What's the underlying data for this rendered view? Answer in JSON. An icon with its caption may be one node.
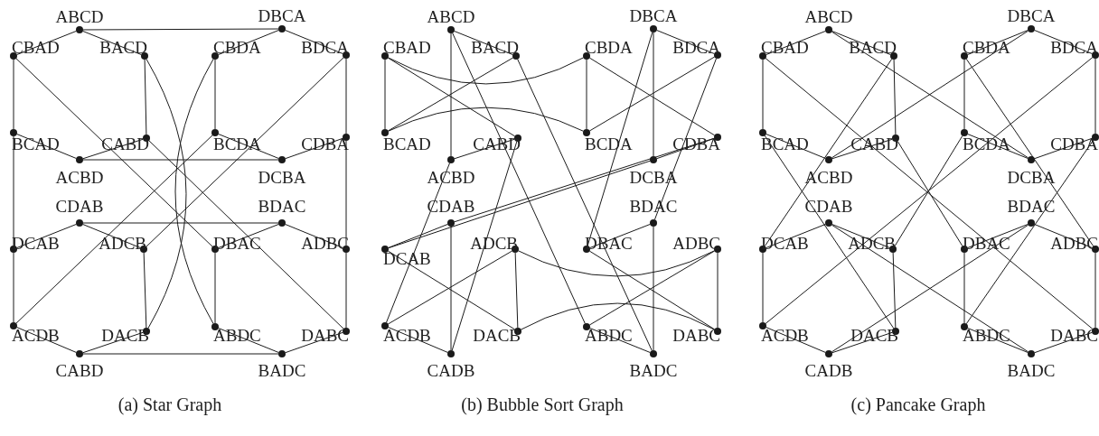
{
  "diagram": {
    "nodes": [
      {
        "text": [
          "ABCD"
        ]
      },
      {
        "text": [
          "DBCA"
        ]
      },
      {
        "text": [
          "CBAD"
        ]
      },
      {
        "text": [
          "BACD"
        ]
      },
      {
        "text": [
          "CBDA"
        ]
      },
      {
        "text": [
          "BDCA"
        ]
      },
      {
        "text": [
          "BCAD"
        ]
      },
      {
        "text": [
          "CABD"
        ]
      },
      {
        "text": [
          "BCDA"
        ]
      },
      {
        "text": [
          "CDBA"
        ]
      },
      {
        "text": [
          "ACBD"
        ]
      },
      {
        "text": [
          "DCBA"
        ]
      },
      {
        "text": [
          "CDAB"
        ]
      },
      {
        "text": [
          "BDAC"
        ]
      },
      {
        "text": [
          "DCAB"
        ]
      },
      {
        "text": [
          "ADCB"
        ]
      },
      {
        "text": [
          "DBAC"
        ]
      },
      {
        "text": [
          "ADBC"
        ]
      },
      {
        "text": [
          "ACDB"
        ]
      },
      {
        "text": [
          "DACB"
        ]
      },
      {
        "text": [
          "ABDC"
        ]
      },
      {
        "text": [
          "DABC"
        ]
      },
      {
        "text": [
          "CABD"
        ]
      },
      {
        "text": [
          "BADC"
        ]
      },
      {
        "text": [
          "ABCD"
        ]
      },
      {
        "text": [
          "DBCA"
        ]
      },
      {
        "text": [
          "CBAD"
        ]
      },
      {
        "text": [
          "BACD"
        ]
      },
      {
        "text": [
          "CBDA"
        ]
      },
      {
        "text": [
          "BDCA"
        ]
      },
      {
        "text": [
          "BCAD"
        ]
      },
      {
        "text": [
          "CABD"
        ]
      },
      {
        "text": [
          "BCDA"
        ]
      },
      {
        "text": [
          "CDBA"
        ]
      },
      {
        "text": [
          "ACBD"
        ]
      },
      {
        "text": [
          "DCBA"
        ]
      },
      {
        "text": [
          "CDAB"
        ]
      },
      {
        "text": [
          "BDAC"
        ]
      },
      {
        "text": [
          "DCAB"
        ]
      },
      {
        "text": [
          "ADCB"
        ]
      },
      {
        "text": [
          "DBAC"
        ]
      },
      {
        "text": [
          "ADBC"
        ]
      },
      {
        "text": [
          "ACDB"
        ]
      },
      {
        "text": [
          "DACB"
        ]
      },
      {
        "text": [
          "ABDC"
        ]
      },
      {
        "text": [
          "DABC"
        ]
      },
      {
        "text": [
          "CADB"
        ]
      },
      {
        "text": [
          "BADC"
        ]
      },
      {
        "text": [
          "ABCD"
        ]
      },
      {
        "text": [
          "DBCA"
        ]
      },
      {
        "text": [
          "CBAD"
        ]
      },
      {
        "text": [
          "BACD"
        ]
      },
      {
        "text": [
          "CBDA"
        ]
      },
      {
        "text": [
          "BDCA"
        ]
      },
      {
        "text": [
          "BCAD"
        ]
      },
      {
        "text": [
          "CABD"
        ]
      },
      {
        "text": [
          "BCDA"
        ]
      },
      {
        "text": [
          "CDBA"
        ]
      },
      {
        "text": [
          "ACBD"
        ]
      },
      {
        "text": [
          "DCBA"
        ]
      },
      {
        "text": [
          "CDAB"
        ]
      },
      {
        "text": [
          "BDAC"
        ]
      },
      {
        "text": [
          "DCAB"
        ]
      },
      {
        "text": [
          "ADCB"
        ]
      },
      {
        "text": [
          "DBAC"
        ]
      },
      {
        "text": [
          "ADBC"
        ]
      },
      {
        "text": [
          "ACDB"
        ]
      },
      {
        "text": [
          "DACB"
        ]
      },
      {
        "text": [
          "ABDC"
        ]
      },
      {
        "text": [
          "DABC"
        ]
      },
      {
        "text": [
          "CADB"
        ]
      },
      {
        "text": [
          "BADC"
        ]
      }
    ],
    "edges": [
      {
        "from": 0,
        "to": 1,
        "arrow": "none"
      },
      {
        "from": 0,
        "to": 2,
        "arrow": "none"
      },
      {
        "from": 0,
        "to": 3,
        "arrow": "none"
      },
      {
        "from": 1,
        "to": 4,
        "arrow": "none"
      },
      {
        "from": 1,
        "to": 5,
        "arrow": "none"
      },
      {
        "from": 2,
        "to": 6,
        "arrow": "none"
      },
      {
        "from": 2,
        "to": 16,
        "arrow": "none"
      },
      {
        "from": 3,
        "to": 7,
        "arrow": "none"
      },
      {
        "from": 3,
        "to": 19,
        "arrow": "none"
      },
      {
        "from": 4,
        "to": 8,
        "arrow": "none"
      },
      {
        "from": 4,
        "to": 20,
        "arrow": "none"
      },
      {
        "from": 5,
        "to": 9,
        "arrow": "none"
      },
      {
        "from": 5,
        "to": 15,
        "arrow": "none"
      },
      {
        "from": 6,
        "to": 10,
        "arrow": "none"
      },
      {
        "from": 6,
        "to": 14,
        "arrow": "none"
      },
      {
        "from": 7,
        "to": 10,
        "arrow": "none"
      },
      {
        "from": 7,
        "to": 21,
        "arrow": "none"
      },
      {
        "from": 8,
        "to": 11,
        "arrow": "none"
      },
      {
        "from": 8,
        "to": 18,
        "arrow": "none"
      },
      {
        "from": 9,
        "to": 11,
        "arrow": "none"
      },
      {
        "from": 9,
        "to": 17,
        "arrow": "none"
      },
      {
        "from": 10,
        "to": 11,
        "arrow": "none"
      },
      {
        "from": 12,
        "to": 13,
        "arrow": "none"
      },
      {
        "from": 12,
        "to": 14,
        "arrow": "none"
      },
      {
        "from": 12,
        "to": 15,
        "arrow": "none"
      },
      {
        "from": 13,
        "to": 16,
        "arrow": "none"
      },
      {
        "from": 13,
        "to": 17,
        "arrow": "none"
      },
      {
        "from": 14,
        "to": 18,
        "arrow": "none"
      },
      {
        "from": 15,
        "to": 19,
        "arrow": "none"
      },
      {
        "from": 16,
        "to": 20,
        "arrow": "none"
      },
      {
        "from": 17,
        "to": 21,
        "arrow": "none"
      },
      {
        "from": 18,
        "to": 22,
        "arrow": "none"
      },
      {
        "from": 19,
        "to": 22,
        "arrow": "none"
      },
      {
        "from": 20,
        "to": 23,
        "arrow": "none"
      },
      {
        "from": 21,
        "to": 23,
        "arrow": "none"
      },
      {
        "from": 22,
        "to": 23,
        "arrow": "none"
      },
      {
        "from": 24,
        "to": 27,
        "arrow": "none"
      },
      {
        "from": 24,
        "to": 34,
        "arrow": "none"
      },
      {
        "from": 24,
        "to": 44,
        "arrow": "none"
      },
      {
        "from": 25,
        "to": 29,
        "arrow": "none"
      },
      {
        "from": 25,
        "to": 35,
        "arrow": "none"
      },
      {
        "from": 25,
        "to": 40,
        "arrow": "none"
      },
      {
        "from": 26,
        "to": 28,
        "arrow": "none"
      },
      {
        "from": 26,
        "to": 30,
        "arrow": "none"
      },
      {
        "from": 26,
        "to": 31,
        "arrow": "none"
      },
      {
        "from": 27,
        "to": 30,
        "arrow": "none"
      },
      {
        "from": 27,
        "to": 47,
        "arrow": "none"
      },
      {
        "from": 28,
        "to": 32,
        "arrow": "none"
      },
      {
        "from": 28,
        "to": 33,
        "arrow": "none"
      },
      {
        "from": 29,
        "to": 32,
        "arrow": "none"
      },
      {
        "from": 29,
        "to": 37,
        "arrow": "none"
      },
      {
        "from": 30,
        "to": 32,
        "arrow": "none"
      },
      {
        "from": 31,
        "to": 34,
        "arrow": "none"
      },
      {
        "from": 31,
        "to": 46,
        "arrow": "none"
      },
      {
        "from": 33,
        "to": 35,
        "arrow": "none"
      },
      {
        "from": 33,
        "to": 36,
        "arrow": "none"
      },
      {
        "from": 34,
        "to": 42,
        "arrow": "none"
      },
      {
        "from": 35,
        "to": 38,
        "arrow": "none"
      },
      {
        "from": 36,
        "to": 38,
        "arrow": "none"
      },
      {
        "from": 36,
        "to": 46,
        "arrow": "none"
      },
      {
        "from": 37,
        "to": 40,
        "arrow": "none"
      },
      {
        "from": 37,
        "to": 47,
        "arrow": "none"
      },
      {
        "from": 38,
        "to": 43,
        "arrow": "none"
      },
      {
        "from": 39,
        "to": 41,
        "arrow": "none"
      },
      {
        "from": 39,
        "to": 42,
        "arrow": "none"
      },
      {
        "from": 39,
        "to": 43,
        "arrow": "none"
      },
      {
        "from": 40,
        "to": 45,
        "arrow": "none"
      },
      {
        "from": 41,
        "to": 44,
        "arrow": "none"
      },
      {
        "from": 41,
        "to": 45,
        "arrow": "none"
      },
      {
        "from": 42,
        "to": 46,
        "arrow": "none"
      },
      {
        "from": 43,
        "to": 45,
        "arrow": "none"
      },
      {
        "from": 44,
        "to": 47,
        "arrow": "none"
      },
      {
        "from": 48,
        "to": 50,
        "arrow": "none"
      },
      {
        "from": 48,
        "to": 51,
        "arrow": "none"
      },
      {
        "from": 48,
        "to": 59,
        "arrow": "none"
      },
      {
        "from": 49,
        "to": 52,
        "arrow": "none"
      },
      {
        "from": 49,
        "to": 53,
        "arrow": "none"
      },
      {
        "from": 49,
        "to": 58,
        "arrow": "none"
      },
      {
        "from": 50,
        "to": 54,
        "arrow": "none"
      },
      {
        "from": 50,
        "to": 69,
        "arrow": "none"
      },
      {
        "from": 51,
        "to": 55,
        "arrow": "none"
      },
      {
        "from": 51,
        "to": 62,
        "arrow": "none"
      },
      {
        "from": 52,
        "to": 56,
        "arrow": "none"
      },
      {
        "from": 52,
        "to": 65,
        "arrow": "none"
      },
      {
        "from": 53,
        "to": 57,
        "arrow": "none"
      },
      {
        "from": 53,
        "to": 66,
        "arrow": "none"
      },
      {
        "from": 54,
        "to": 58,
        "arrow": "none"
      },
      {
        "from": 54,
        "to": 67,
        "arrow": "none"
      },
      {
        "from": 55,
        "to": 58,
        "arrow": "none"
      },
      {
        "from": 55,
        "to": 64,
        "arrow": "none"
      },
      {
        "from": 56,
        "to": 59,
        "arrow": "none"
      },
      {
        "from": 56,
        "to": 63,
        "arrow": "none"
      },
      {
        "from": 57,
        "to": 59,
        "arrow": "none"
      },
      {
        "from": 57,
        "to": 68,
        "arrow": "none"
      },
      {
        "from": 60,
        "to": 62,
        "arrow": "none"
      },
      {
        "from": 60,
        "to": 63,
        "arrow": "none"
      },
      {
        "from": 60,
        "to": 71,
        "arrow": "none"
      },
      {
        "from": 61,
        "to": 64,
        "arrow": "none"
      },
      {
        "from": 61,
        "to": 65,
        "arrow": "none"
      },
      {
        "from": 61,
        "to": 70,
        "arrow": "none"
      },
      {
        "from": 62,
        "to": 66,
        "arrow": "none"
      },
      {
        "from": 63,
        "to": 67,
        "arrow": "none"
      },
      {
        "from": 64,
        "to": 68,
        "arrow": "none"
      },
      {
        "from": 65,
        "to": 69,
        "arrow": "none"
      },
      {
        "from": 66,
        "to": 70,
        "arrow": "none"
      },
      {
        "from": 67,
        "to": 70,
        "arrow": "none"
      },
      {
        "from": 68,
        "to": 71,
        "arrow": "none"
      },
      {
        "from": 69,
        "to": 71,
        "arrow": "none"
      }
    ],
    "labels": [
      "(a) Star Graph",
      "(b) Bubble Sort Graph",
      "(c) Pancake Graph"
    ]
  }
}
